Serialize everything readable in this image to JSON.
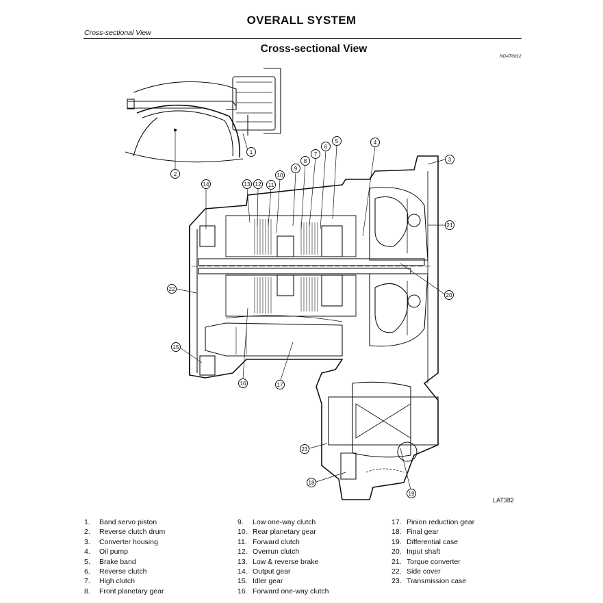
{
  "header": {
    "title": "OVERALL SYSTEM",
    "section_label": "Cross-sectional View"
  },
  "page": {
    "heading": "Cross-sectional View",
    "ref_code": "NDAT0012",
    "figure_code": "LAT382"
  },
  "callouts": [
    "1",
    "2",
    "3",
    "4",
    "5",
    "6",
    "7",
    "8",
    "9",
    "10",
    "11",
    "12",
    "13",
    "14",
    "15",
    "16",
    "17",
    "18",
    "19",
    "20",
    "21",
    "22",
    "23"
  ],
  "legend": [
    [
      {
        "num": "1.",
        "label": "Band servo piston"
      },
      {
        "num": "2.",
        "label": "Reverse clutch drum"
      },
      {
        "num": "3.",
        "label": "Converter housing"
      },
      {
        "num": "4.",
        "label": "Oil pump"
      },
      {
        "num": "5.",
        "label": "Brake band"
      },
      {
        "num": "6.",
        "label": "Reverse clutch"
      },
      {
        "num": "7.",
        "label": "High clutch"
      },
      {
        "num": "8.",
        "label": "Front planetary gear"
      }
    ],
    [
      {
        "num": "9.",
        "label": "Low one-way clutch"
      },
      {
        "num": "10.",
        "label": "Rear planetary gear"
      },
      {
        "num": "11.",
        "label": "Forward clutch"
      },
      {
        "num": "12.",
        "label": "Overrun clutch"
      },
      {
        "num": "13.",
        "label": "Low & reverse brake"
      },
      {
        "num": "14.",
        "label": "Output gear"
      },
      {
        "num": "15.",
        "label": "Idler gear"
      },
      {
        "num": "16.",
        "label": "Forward one-way clutch"
      }
    ],
    [
      {
        "num": "17.",
        "label": "Pinion reduction gear"
      },
      {
        "num": "18.",
        "label": "Final gear"
      },
      {
        "num": "19.",
        "label": "Differential case"
      },
      {
        "num": "20.",
        "label": "Input shaft"
      },
      {
        "num": "21.",
        "label": "Torque converter"
      },
      {
        "num": "22.",
        "label": "Side cover"
      },
      {
        "num": "23.",
        "label": "Transmission case"
      }
    ]
  ]
}
